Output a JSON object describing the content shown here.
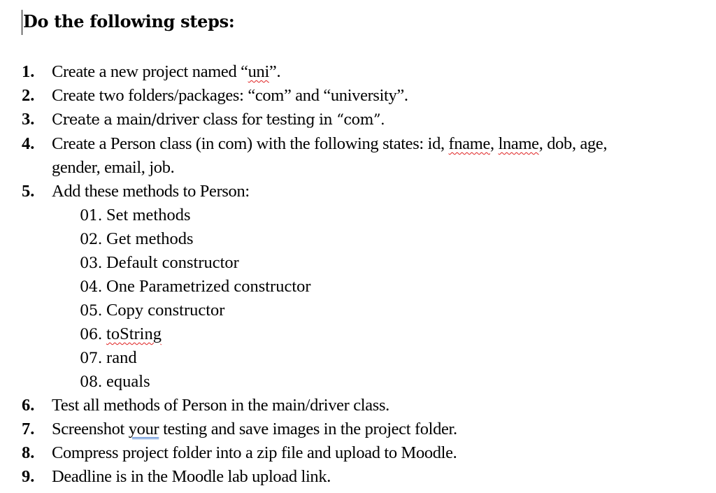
{
  "document": {
    "heading": "Do the following steps:",
    "steps": [
      {
        "num": "1.",
        "parts": [
          "Create a new project named “",
          "uni",
          "”."
        ]
      },
      {
        "num": "2.",
        "text": "Create two folders/packages: “com” and “university”."
      },
      {
        "num": "3.",
        "text": "Create a main/driver class for testing in “com”."
      },
      {
        "num": "4.",
        "parts": [
          "Create a Person class (in com) with the following states: id, ",
          "fname",
          ", ",
          "lname",
          ", dob, age,"
        ],
        "continuation": "gender, email, job."
      },
      {
        "num": "5.",
        "text": "Add these methods to Person:",
        "methods": [
          {
            "num": "01.",
            "label": "Set methods"
          },
          {
            "num": "02.",
            "label": "Get methods"
          },
          {
            "num": "03.",
            "label": "Default constructor"
          },
          {
            "num": "04.",
            "label": "One Parametrized constructor"
          },
          {
            "num": "05.",
            "label": "Copy constructor"
          },
          {
            "num": "06.",
            "label": "toString"
          },
          {
            "num": "07.",
            "label": "rand"
          },
          {
            "num": "08.",
            "label": "equals"
          }
        ]
      },
      {
        "num": "6.",
        "text": "Test all methods of Person in the main/driver class."
      },
      {
        "num": "7.",
        "parts": [
          "Screenshot ",
          "your",
          " testing and save images in the project folder."
        ]
      },
      {
        "num": "8.",
        "text": "Compress project folder into a zip file and upload to Moodle."
      },
      {
        "num": "9.",
        "text": "Deadline is in the Moodle lab upload link."
      }
    ]
  },
  "colors": {
    "spellcheck_underline": "#e02020",
    "grammar_underline": "#4a7fd0",
    "text": "#000000",
    "background": "#ffffff"
  }
}
